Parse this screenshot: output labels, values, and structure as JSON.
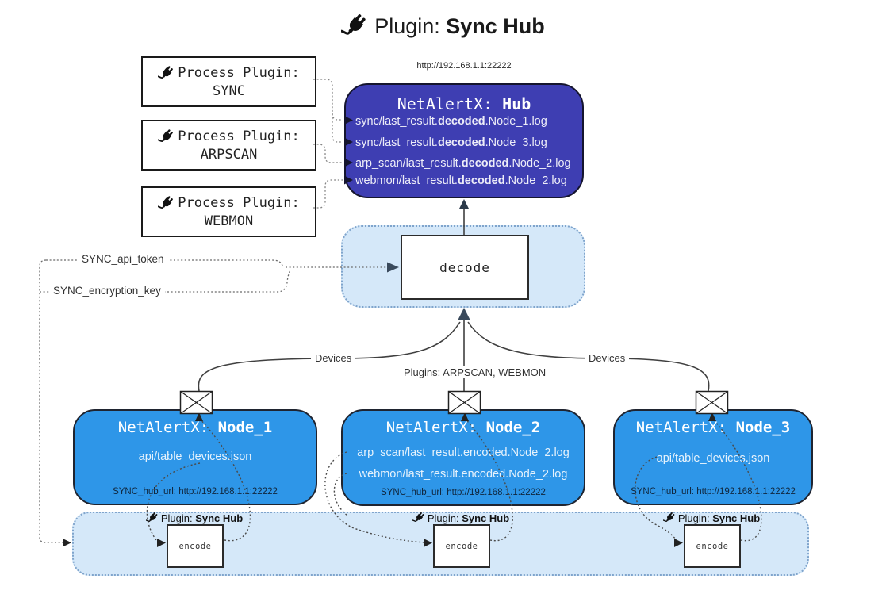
{
  "title": {
    "prefix": "Plugin: ",
    "bold": "Sync Hub"
  },
  "process_plugins": [
    {
      "label": "Process Plugin:",
      "name": "SYNC"
    },
    {
      "label": "Process Plugin:",
      "name": "ARPSCAN"
    },
    {
      "label": "Process Plugin:",
      "name": "WEBMON"
    }
  ],
  "hub": {
    "url": "http://192.168.1.1:22222",
    "title_prefix": "NetAlertX: ",
    "title_bold": "Hub",
    "lines": [
      {
        "pre": "sync/last_result.",
        "bold": "decoded",
        "post": ".Node_1.log"
      },
      {
        "pre": "sync/last_result.",
        "bold": "decoded",
        "post": ".Node_3.log"
      },
      {
        "pre": "arp_scan/last_result.",
        "bold": "decoded",
        "post": ".Node_2.log"
      },
      {
        "pre": "webmon/last_result.",
        "bold": "decoded",
        "post": ".Node_2.log"
      }
    ]
  },
  "decode": {
    "label": "decode"
  },
  "secrets": {
    "api_token": "SYNC_api_token",
    "encryption_key": "SYNC_encryption_key"
  },
  "edge_labels": {
    "left": "Devices",
    "center": "Plugins: ARPSCAN, WEBMON",
    "right": "Devices"
  },
  "nodes": [
    {
      "title_prefix": "NetAlertX: ",
      "title_bold": "Node_1",
      "lines": [
        "api/table_devices.json"
      ],
      "footer": "SYNC_hub_url: http://192.168.1.1:22222"
    },
    {
      "title_prefix": "NetAlertX: ",
      "title_bold": "Node_2",
      "lines": [
        "arp_scan/last_result.encoded.Node_2.log",
        "webmon/last_result.encoded.Node_2.log"
      ],
      "footer": "SYNC_hub_url: http://192.168.1.1:22222"
    },
    {
      "title_prefix": "NetAlertX: ",
      "title_bold": "Node_3",
      "lines": [
        "api/table_devices.json"
      ],
      "footer": "SYNC_hub_url: http://192.168.1.1:22222"
    }
  ],
  "encode_sections": [
    {
      "plugin_prefix": "Plugin: ",
      "plugin_bold": "Sync Hub",
      "label": "encode"
    },
    {
      "plugin_prefix": "Plugin: ",
      "plugin_bold": "Sync Hub",
      "label": "encode"
    },
    {
      "plugin_prefix": "Plugin: ",
      "plugin_bold": "Sync Hub",
      "label": "encode"
    }
  ],
  "colors": {
    "hub_bg": "#3e3eb2",
    "node_bg": "#2e96e8",
    "container_bg": "#d5e8f9",
    "container_border": "#7fa4cc",
    "arrow_dark": "#3a4a5c"
  }
}
